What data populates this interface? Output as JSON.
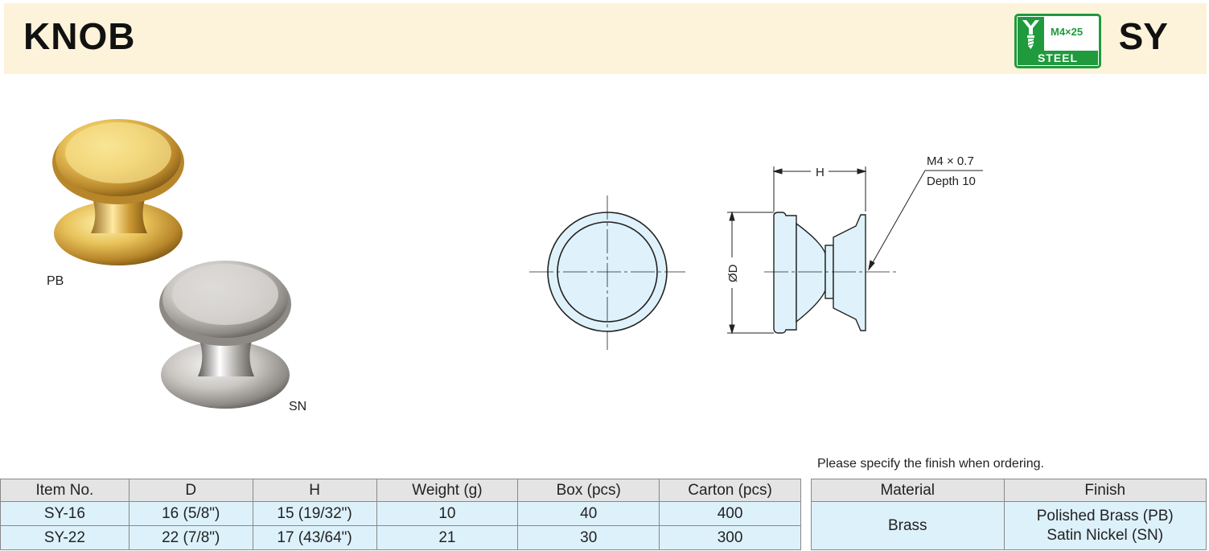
{
  "header": {
    "title": "KNOB",
    "series": "SY",
    "badge": {
      "screw": "M4×25",
      "material": "STEEL",
      "color": "#1f9a3c"
    }
  },
  "photos": [
    {
      "label": "PB",
      "finish_color": "#d9b24a"
    },
    {
      "label": "SN",
      "finish_color": "#b8b6b4"
    }
  ],
  "drawing": {
    "thread": "M4 × 0.7",
    "depth": "Depth 10",
    "dim_h": "H",
    "dim_d": "ØD"
  },
  "note": "Please specify the finish when ordering.",
  "main_table": {
    "headers": [
      "Item No.",
      "D",
      "H",
      "Weight (g)",
      "Box (pcs)",
      "Carton (pcs)"
    ],
    "rows": [
      [
        "SY-16",
        "16 (5/8\")",
        "15 (19/32\")",
        "10",
        "40",
        "400"
      ],
      [
        "SY-22",
        "22 (7/8\")",
        "17 (43/64\")",
        "21",
        "30",
        "300"
      ]
    ]
  },
  "finish_table": {
    "headers": [
      "Material",
      "Finish"
    ],
    "material": "Brass",
    "finishes": [
      "Polished Brass (PB)",
      "Satin Nickel (SN)"
    ]
  },
  "colors": {
    "header_bg": "#fdf3da",
    "table_row_bg": "#ddf1fb",
    "table_head_bg": "#e4e4e4"
  }
}
